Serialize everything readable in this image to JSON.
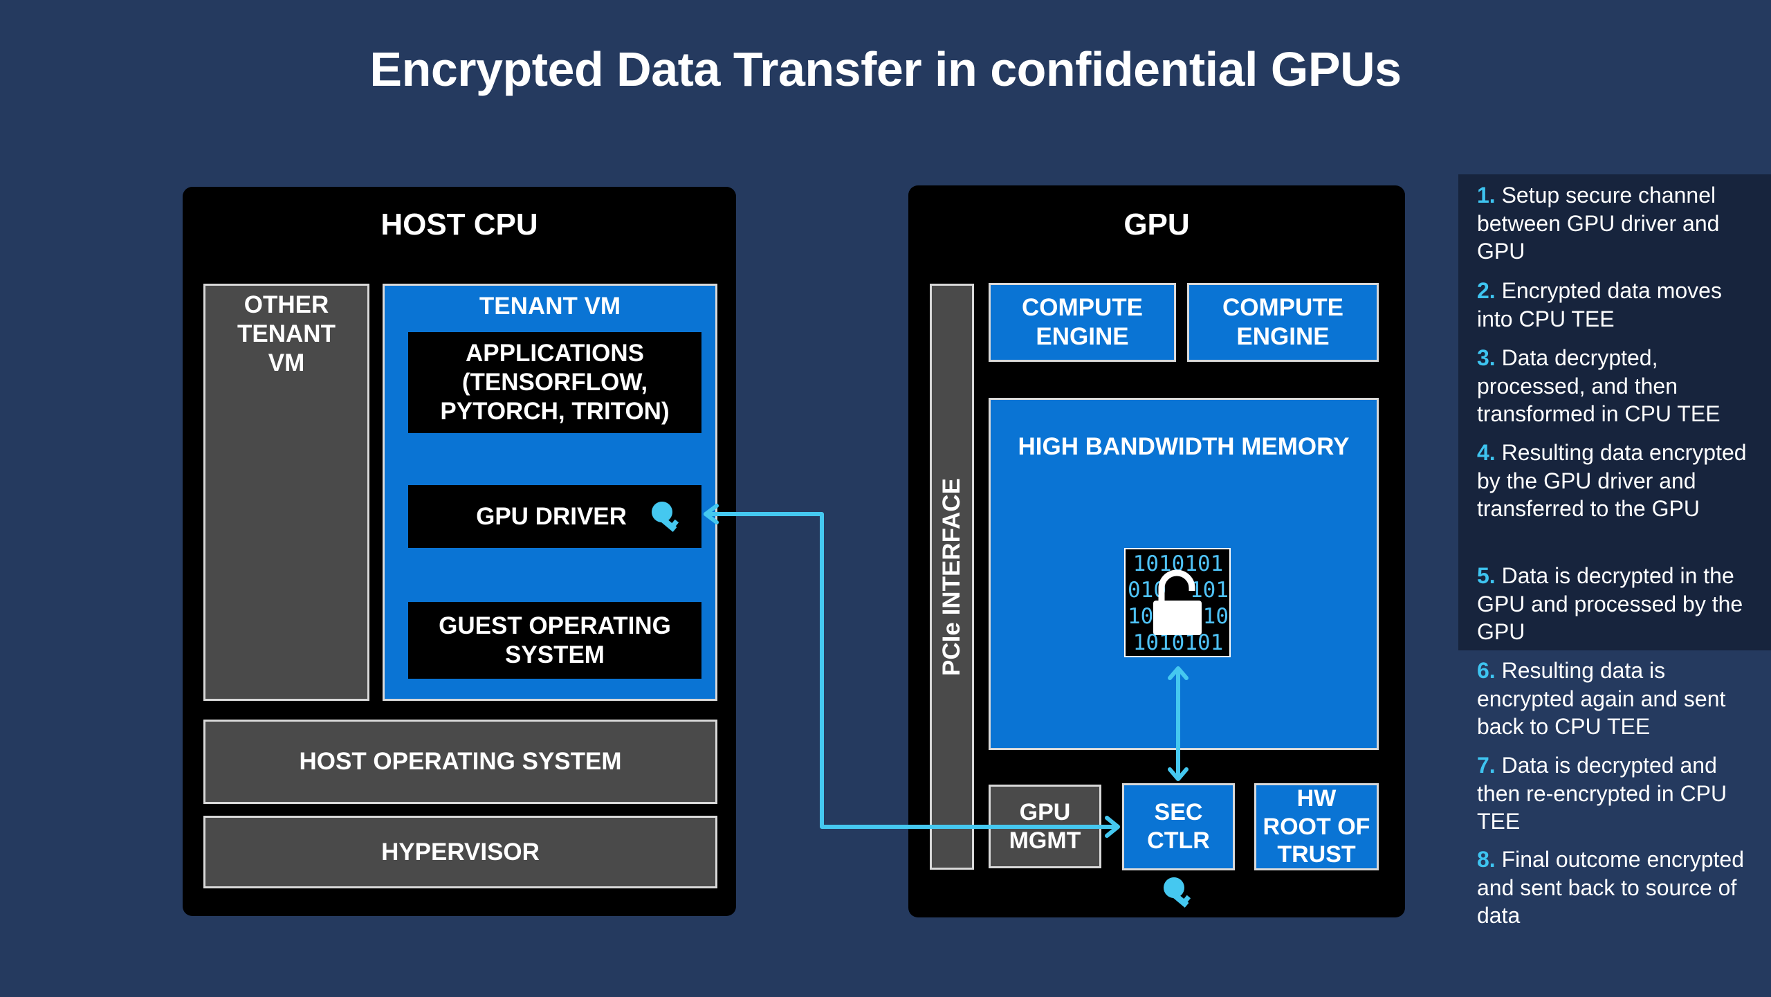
{
  "title": "Encrypted Data Transfer in confidential GPUs",
  "colors": {
    "background": "#253a5f",
    "panel": "#000000",
    "blue": "#0a74d4",
    "gray": "#4a4a4a",
    "arrow": "#45c8f0",
    "step_number": "#3ec4f0"
  },
  "host_cpu": {
    "title": "HOST CPU",
    "other_tenant_vm": "OTHER\nTENANT\nVM",
    "tenant_vm": {
      "title": "TENANT VM",
      "applications": "APPLICATIONS\n(TENSORFLOW,\nPYTORCH, TRITON)",
      "gpu_driver": "GPU DRIVER",
      "guest_os": "GUEST OPERATING\nSYSTEM"
    },
    "host_os": "HOST OPERATING SYSTEM",
    "hypervisor": "HYPERVISOR"
  },
  "gpu": {
    "title": "GPU",
    "pcie": "PCIe INTERFACE",
    "compute_engine_1": "COMPUTE\nENGINE",
    "compute_engine_2": "COMPUTE\nENGINE",
    "hbm": "HIGH BANDWIDTH MEMORY",
    "gpu_mgmt": "GPU\nMGMT",
    "sec_ctlr": "SEC\nCTLR",
    "hw_root": "HW\nROOT OF\nTRUST"
  },
  "binary_rows": [
    "1010101",
    "010101",
    "10",
    "1010101"
  ],
  "steps": [
    {
      "num": "1.",
      "text": "Setup secure channel between GPU driver and GPU"
    },
    {
      "num": "2.",
      "text": "Encrypted data moves into CPU TEE"
    },
    {
      "num": "3.",
      "text": "Data decrypted, processed, and then transformed in CPU TEE"
    },
    {
      "num": "4.",
      "text": "Resulting data encrypted by the GPU driver and transferred to the GPU"
    },
    {
      "num": "5.",
      "text": "Data is decrypted in the GPU and processed by the GPU"
    },
    {
      "num": "6.",
      "text": "Resulting data is encrypted again and sent back to CPU TEE"
    },
    {
      "num": "7.",
      "text": "Data is decrypted and then re-encrypted in CPU TEE"
    },
    {
      "num": "8.",
      "text": "Final outcome encrypted and sent back to source of data"
    }
  ]
}
